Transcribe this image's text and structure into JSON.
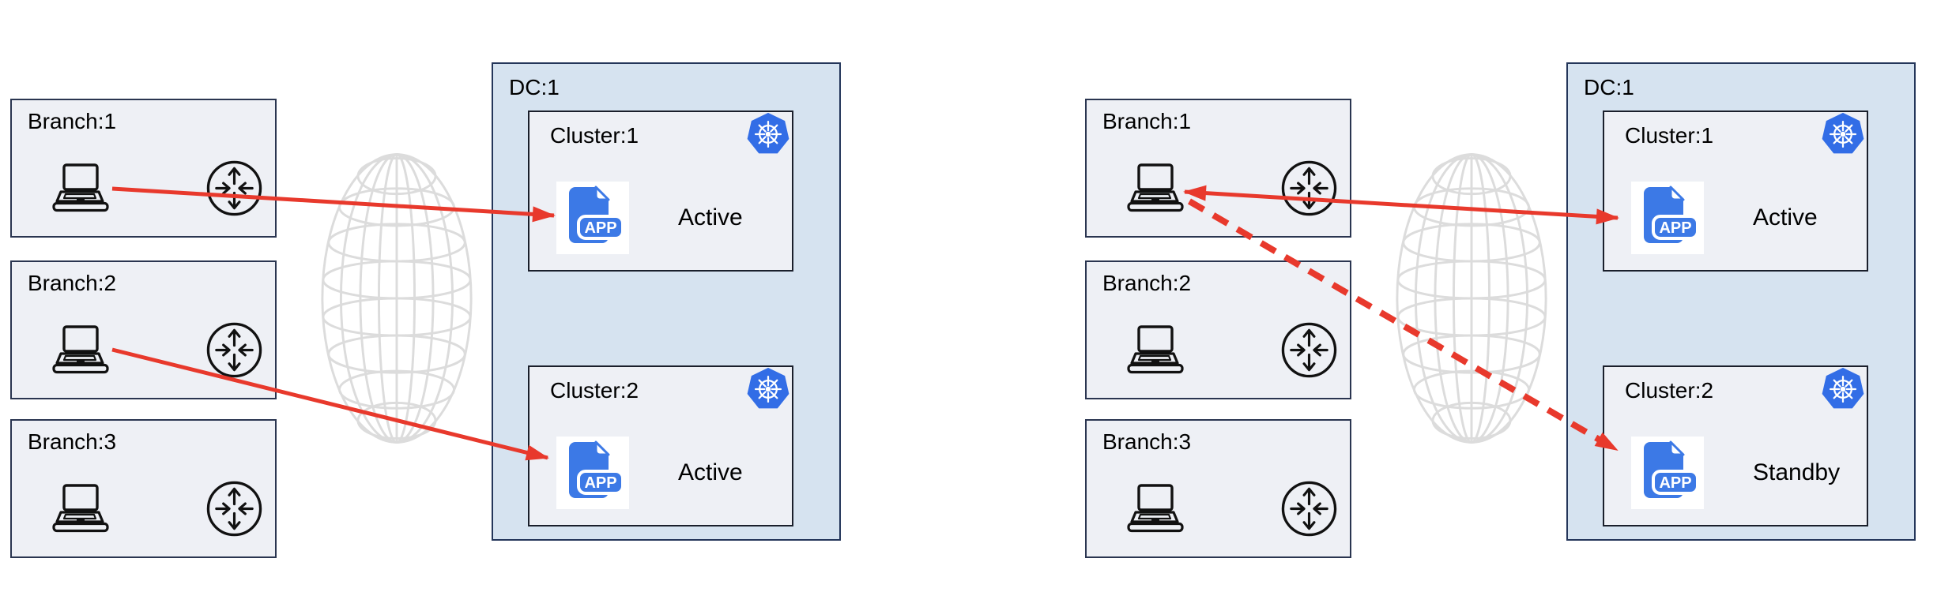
{
  "app_icon": {
    "badge_label": "APP"
  },
  "colors": {
    "arrow_red": "#e8392c",
    "dc_fill": "#d6e3f0",
    "box_fill": "#eef0f5",
    "kubernetes_blue": "#326de6",
    "app_blue": "#3c79e6",
    "globe_gray": "#dcdcdc"
  },
  "panels": [
    {
      "side": "left",
      "branches": [
        {
          "label": "Branch:1"
        },
        {
          "label": "Branch:2"
        },
        {
          "label": "Branch:3"
        }
      ],
      "dc": {
        "label": "DC:1",
        "clusters": [
          {
            "label": "Cluster:1",
            "status": "Active"
          },
          {
            "label": "Cluster:2",
            "status": "Active"
          }
        ]
      },
      "connections": [
        {
          "from": "Branch:1 laptop",
          "to": "DC:1 Cluster:1 APP",
          "style": "solid",
          "direction": "to-cluster"
        },
        {
          "from": "Branch:2 laptop",
          "to": "DC:1 Cluster:2 APP",
          "style": "solid",
          "direction": "to-cluster"
        }
      ]
    },
    {
      "side": "right",
      "branches": [
        {
          "label": "Branch:1"
        },
        {
          "label": "Branch:2"
        },
        {
          "label": "Branch:3"
        }
      ],
      "dc": {
        "label": "DC:1",
        "clusters": [
          {
            "label": "Cluster:1",
            "status": "Active"
          },
          {
            "label": "Cluster:2",
            "status": "Standby"
          }
        ]
      },
      "connections": [
        {
          "from": "Branch:1 laptop",
          "to": "DC:1 Cluster:1 APP",
          "style": "solid",
          "direction": "bidirectional"
        },
        {
          "from": "Branch:1 laptop",
          "to": "DC:1 Cluster:2 APP",
          "style": "dashed",
          "direction": "to-cluster"
        }
      ]
    }
  ]
}
